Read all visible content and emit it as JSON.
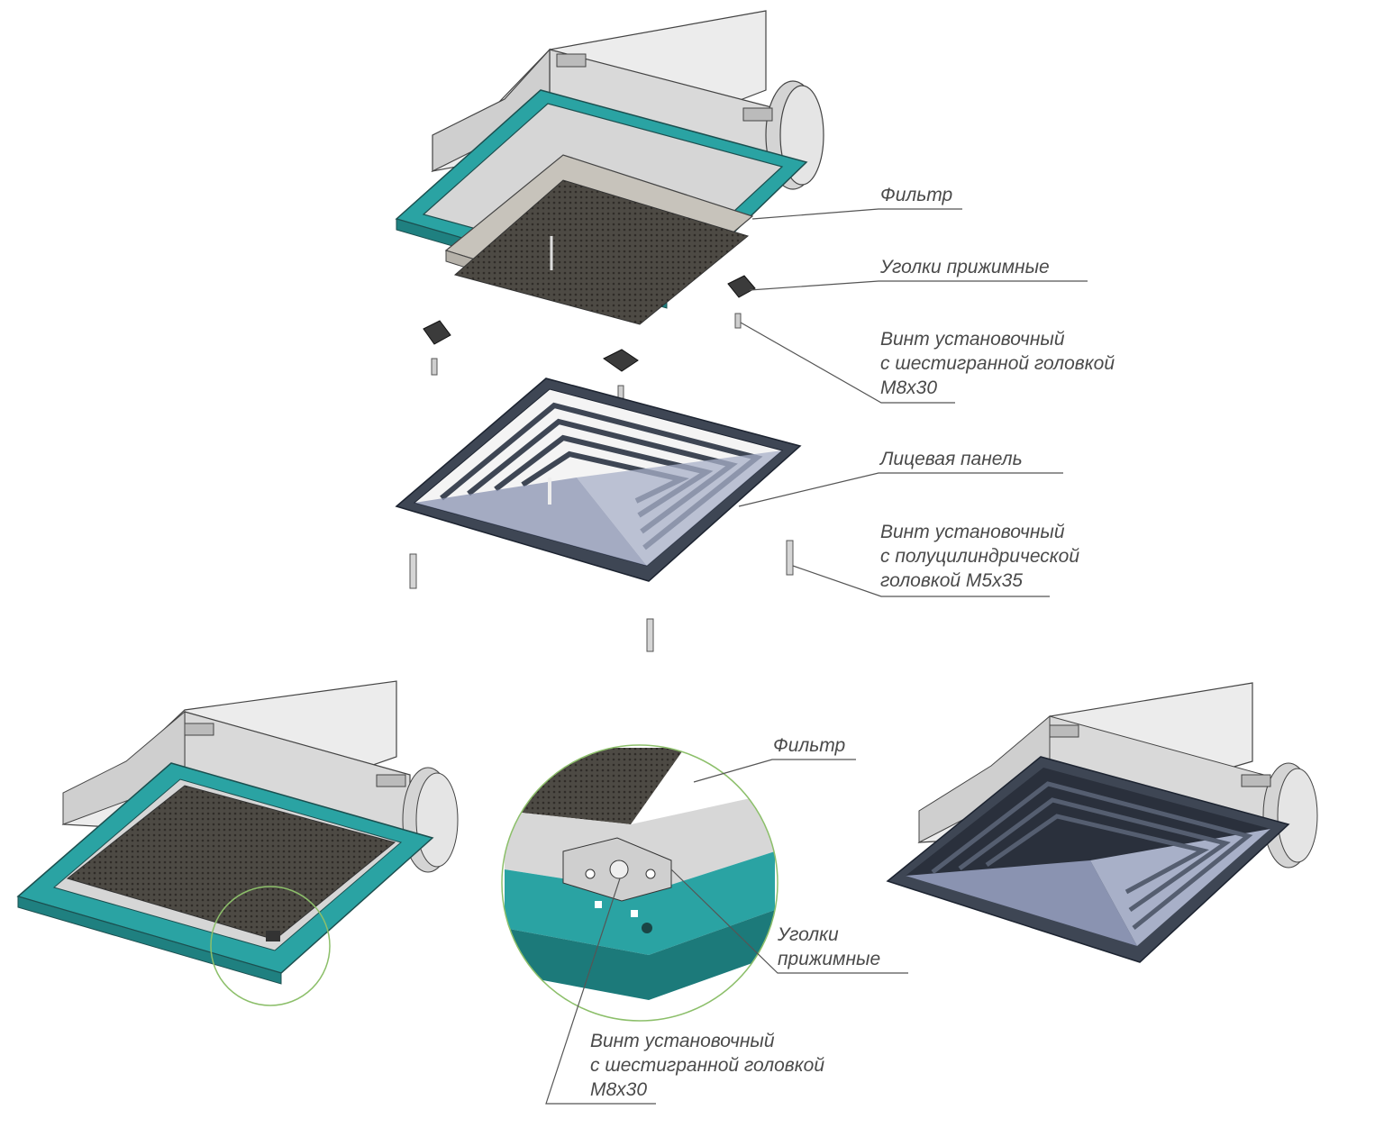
{
  "labels": {
    "filter_top": "Фильтр",
    "clamps_top": "Уголки прижимные",
    "screw_hex_top": "Винт установочный\nс шестигранной головкой\nМ8х30",
    "face_panel": "Лицевая панель",
    "screw_cyl": "Винт установочный\nс полуцилиндрической\nголовкой М5х35",
    "filter_detail": "Фильтр",
    "clamps_detail": "Уголки\nприжимные",
    "screw_hex_detail": "Винт установочный\nс шестигранной головкой\nМ8х30"
  },
  "colors": {
    "teal_frame": "#2aa3a3",
    "housing": "#e2e2e2",
    "grille": "#3e4654",
    "filter_mesh": "#4d4a44",
    "detail_circle": "#8cbf6a",
    "leader": "#555555"
  }
}
